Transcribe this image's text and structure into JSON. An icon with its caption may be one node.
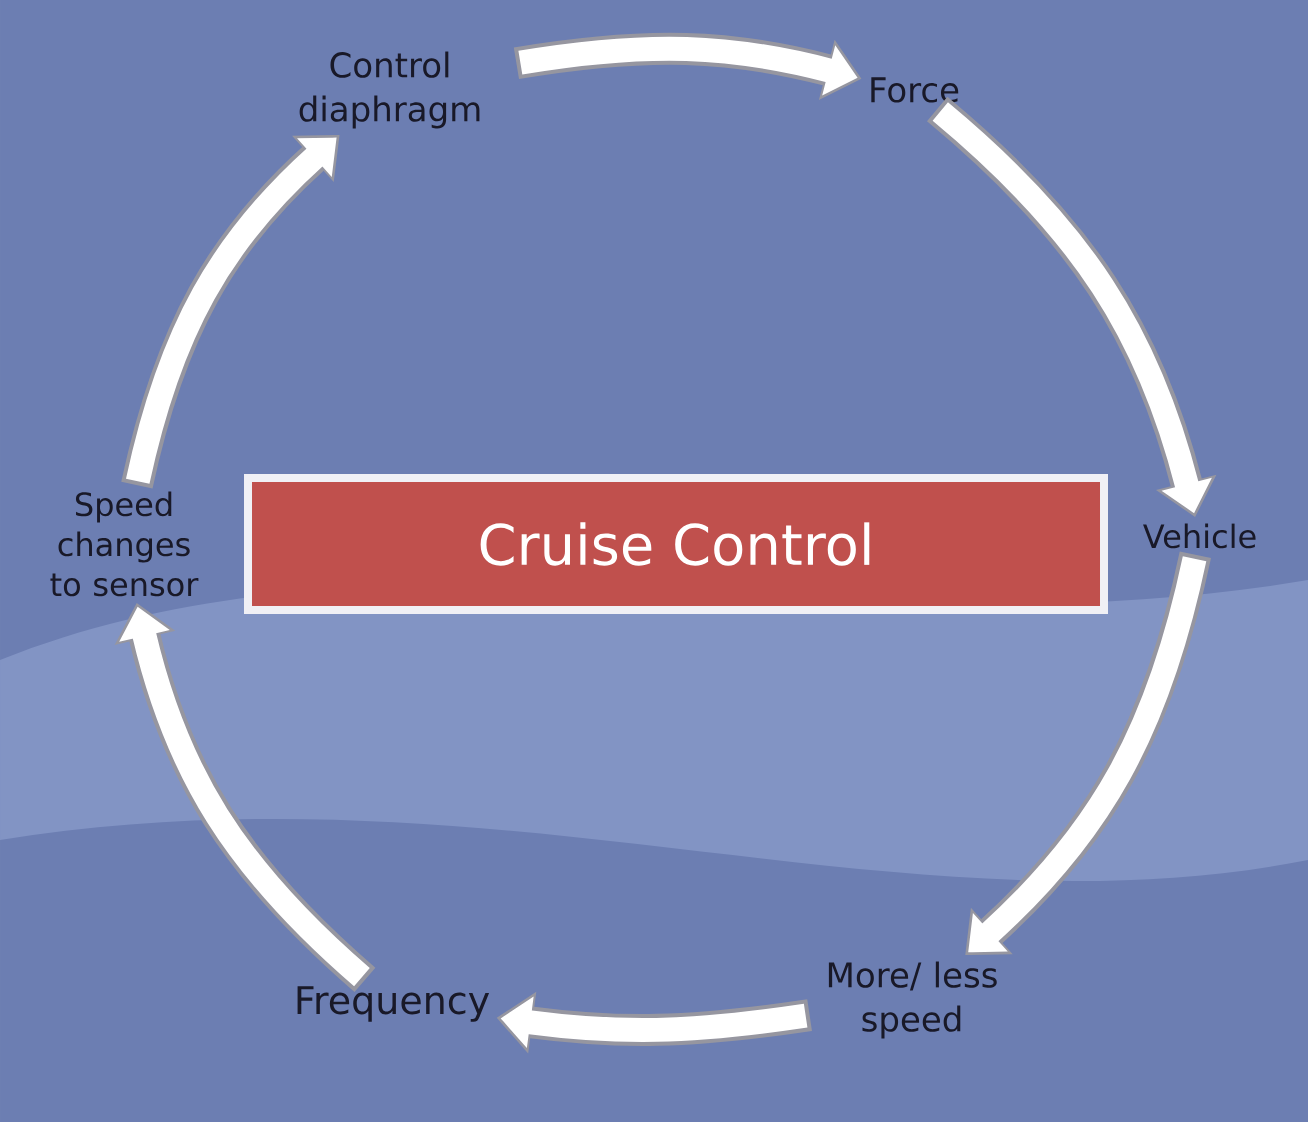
{
  "diagram": {
    "nodes": [
      {
        "text": [
          "Control diaphragm"
        ]
      },
      {
        "text": [
          "Force"
        ]
      },
      {
        "text": [
          "Vehicle"
        ]
      },
      {
        "text": [
          "More/ less speed"
        ]
      },
      {
        "text": [
          "Frequency"
        ]
      },
      {
        "text": [
          "Speed changes to sensor"
        ]
      },
      {
        "text": [
          "Cruise Control"
        ]
      }
    ],
    "edges": [
      {
        "from": 0,
        "to": 1,
        "arrow": "to"
      },
      {
        "from": 1,
        "to": 2,
        "arrow": "to"
      },
      {
        "from": 2,
        "to": 3,
        "arrow": "to"
      },
      {
        "from": 3,
        "to": 4,
        "arrow": "to"
      },
      {
        "from": 4,
        "to": 5,
        "arrow": "to"
      },
      {
        "from": 5,
        "to": 0,
        "arrow": "to"
      }
    ]
  }
}
